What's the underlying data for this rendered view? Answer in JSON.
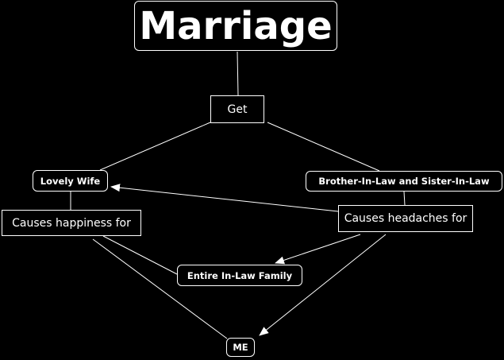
{
  "diagram": {
    "nodes": [
      {
        "id": "marriage",
        "label": "Marriage",
        "kind": "concept"
      },
      {
        "id": "get",
        "label": "Get",
        "kind": "linking-phrase"
      },
      {
        "id": "wife",
        "label": "Lovely Wife",
        "kind": "concept"
      },
      {
        "id": "bil",
        "label": "Brother-In-Law and Sister-In-Law",
        "kind": "concept"
      },
      {
        "id": "happy",
        "label": "Causes happiness for",
        "kind": "linking-phrase"
      },
      {
        "id": "headache",
        "label": "Causes headaches for",
        "kind": "linking-phrase"
      },
      {
        "id": "family",
        "label": "Entire In-Law Family",
        "kind": "concept"
      },
      {
        "id": "me",
        "label": "ME",
        "kind": "concept"
      }
    ],
    "edges": [
      {
        "from": "marriage",
        "to": "get",
        "arrow": false
      },
      {
        "from": "get",
        "to": "wife",
        "arrow": false
      },
      {
        "from": "get",
        "to": "bil",
        "arrow": false
      },
      {
        "from": "wife",
        "to": "happy",
        "arrow": false
      },
      {
        "from": "bil",
        "to": "headache",
        "arrow": false
      },
      {
        "from": "headache",
        "to": "wife",
        "arrow": true
      },
      {
        "from": "headache",
        "to": "family",
        "arrow": true
      },
      {
        "from": "headache",
        "to": "me",
        "arrow": true
      },
      {
        "from": "happy",
        "to": "family",
        "arrow": false
      },
      {
        "from": "happy",
        "to": "me",
        "arrow": false
      }
    ]
  },
  "colors": {
    "background": "#000000",
    "line": "#ffffff",
    "text": "#ffffff"
  }
}
